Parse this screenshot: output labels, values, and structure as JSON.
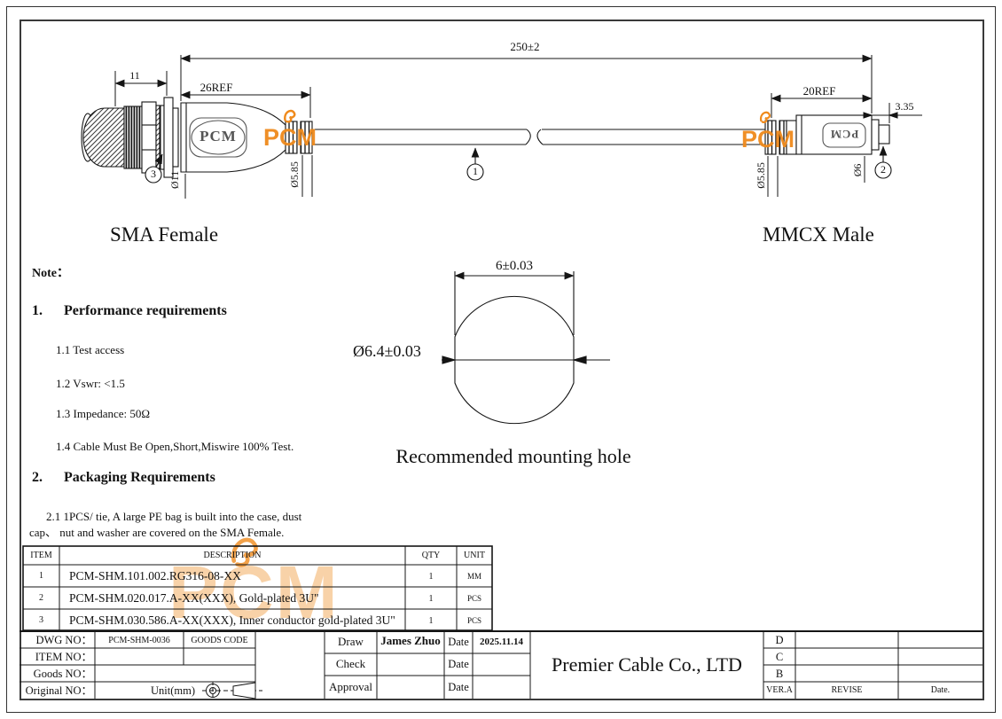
{
  "drawing": {
    "labels": {
      "left_connector": "SMA Female",
      "right_connector": "MMCX Male",
      "logo": "PCM",
      "watermark": "PCM"
    },
    "dims": {
      "overall_length": "250±2",
      "sma_body_ref": "26REF",
      "sma_cap_len": "11",
      "mmcx_body_ref": "20REF",
      "mmcx_tip_len": "3.35",
      "sma_flange_dia": "Ø11",
      "sma_crimp_dia": "Ø5.85",
      "mmcx_crimp_dia": "Ø5.85",
      "mmcx_body_dia": "Ø6"
    },
    "balloons": {
      "cable": "1",
      "mmcx": "2",
      "sma": "3"
    },
    "mounting_hole": {
      "width": "6±0.03",
      "diameter": "Ø6.4±0.03",
      "caption": "Recommended mounting hole"
    }
  },
  "notes": {
    "title": "Note：",
    "section1_heading": "1.      Performance requirements",
    "items1_0": "1.1 Test access",
    "items1_1": "1.2 Vswr: <1.5",
    "items1_2": "1.3 Impedance: 50Ω",
    "items1_3": "1.4 Cable Must Be Open,Short,Miswire 100% Test.",
    "section2_heading": "2.      Packaging Requirements",
    "packing_line1": "2.1 1PCS/ tie, A large PE bag is built into the case, dust",
    "packing_line2": "cap、 nut and washer are covered on the SMA Female."
  },
  "parts_table": {
    "headers": {
      "item": "ITEM",
      "description": "DESCRIPTION",
      "qty": "QTY",
      "unit": "UNIT"
    },
    "rows": [
      {
        "item": "1",
        "description": "PCM-SHM.101.002.RG316-08-XX",
        "qty": "1",
        "unit": "MM"
      },
      {
        "item": "2",
        "description": "PCM-SHM.020.017.A-XX(XXX), Gold-plated 3U\"",
        "qty": "1",
        "unit": "PCS"
      },
      {
        "item": "3",
        "description": "PCM-SHM.030.586.A-XX(XXX), Inner conductor gold-plated 3U\"",
        "qty": "1",
        "unit": "PCS"
      }
    ]
  },
  "title_block": {
    "dwg_no_label": "DWG NO：",
    "dwg_no_value": "PCM-SHM-0036",
    "goods_code_label": "GOODS CODE",
    "item_no_label": "ITEM NO：",
    "goods_no_label": "Goods NO：",
    "original_no_label": "Original NO：",
    "unit_label": "Unit(mm)",
    "draw_label": "Draw",
    "draw_name": "James Zhuo",
    "date_label": "Date",
    "draw_date": "2025.11.14",
    "check_label": "Check",
    "approval_label": "Approval",
    "company": "Premier Cable Co., LTD",
    "rev_d": "D",
    "rev_c": "C",
    "rev_b": "B",
    "ver_label": "VER.A",
    "revise_label": "REVISE",
    "date_dot_label": "Date."
  },
  "colors": {
    "accent_orange": "#EF8A1C",
    "line": "#151515"
  }
}
